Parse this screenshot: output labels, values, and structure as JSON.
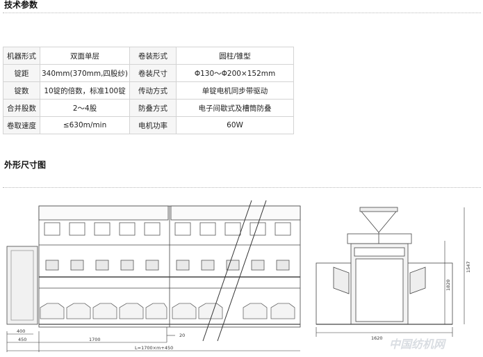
{
  "sections": {
    "specs_title": "技术参数",
    "drawing_title": "外形尺寸图"
  },
  "specs": {
    "rows": [
      [
        "机器形式",
        "双面单层",
        "卷装形式",
        "圆柱/锥型"
      ],
      [
        "锭距",
        "340mm(370mm,四股纱)",
        "卷装尺寸",
        "Φ130～Φ200×152mm"
      ],
      [
        "锭数",
        "10锭的倍数，标准100锭",
        "传动方式",
        "单锭电机同步带驱动"
      ],
      [
        "合并股数",
        "2～4股",
        "防叠方式",
        "电子间歇式及槽筒防叠"
      ],
      [
        "卷取速度",
        "≤630m/min",
        "电机功率",
        "60W"
      ]
    ]
  },
  "drawing": {
    "dims": {
      "d400": "400",
      "d450": "450",
      "d1700": "1700",
      "d20": "20",
      "total": "L=1700×m+450",
      "d1620": "1620",
      "d1820": "1820",
      "d1547": "1547"
    },
    "watermark": "中国纺机网"
  }
}
